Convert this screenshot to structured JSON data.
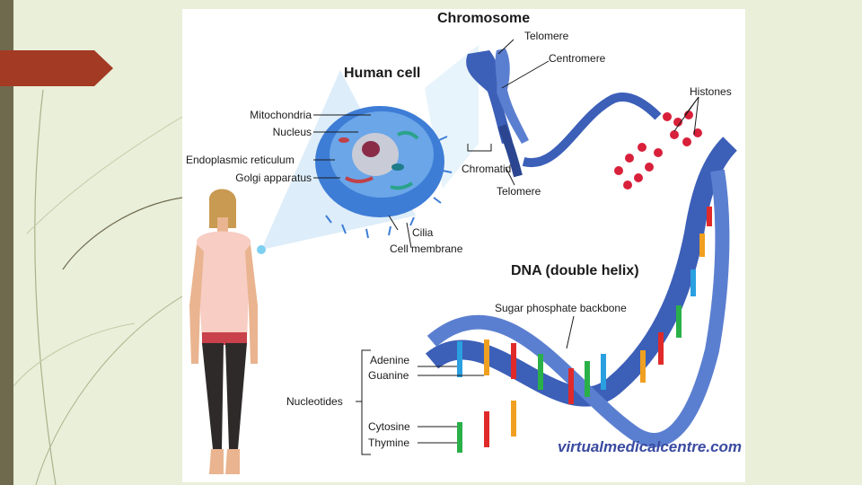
{
  "titles": {
    "chromosome": "Chromosome",
    "human_cell": "Human cell",
    "dna": "DNA (double helix)"
  },
  "labels": {
    "telomere_top": "Telomere",
    "centromere": "Centromere",
    "histones": "Histones",
    "mitochondria": "Mitochondria",
    "nucleus": "Nucleus",
    "endoplasmic_reticulum": "Endoplasmic reticulum",
    "golgi_apparatus": "Golgi apparatus",
    "chromatid": "Chromatid",
    "telomere_bottom": "Telomere",
    "cilia": "Cilia",
    "cell_membrane": "Cell membrane",
    "sugar_phosphate_backbone": "Sugar phosphate backbone",
    "adenine": "Adenine",
    "guanine": "Guanine",
    "nucleotides": "Nucleotides",
    "cytosine": "Cytosine",
    "thymine": "Thymine"
  },
  "watermark": "virtualmedicalcentre.com",
  "colors": {
    "slide_background": "#e9efd9",
    "left_bar": "#6f6a4e",
    "arrow": "#a33a24",
    "helix_blue": "#3c5fb8",
    "cell_blue": "#4a7fd0",
    "histone_red": "#d8203a"
  }
}
